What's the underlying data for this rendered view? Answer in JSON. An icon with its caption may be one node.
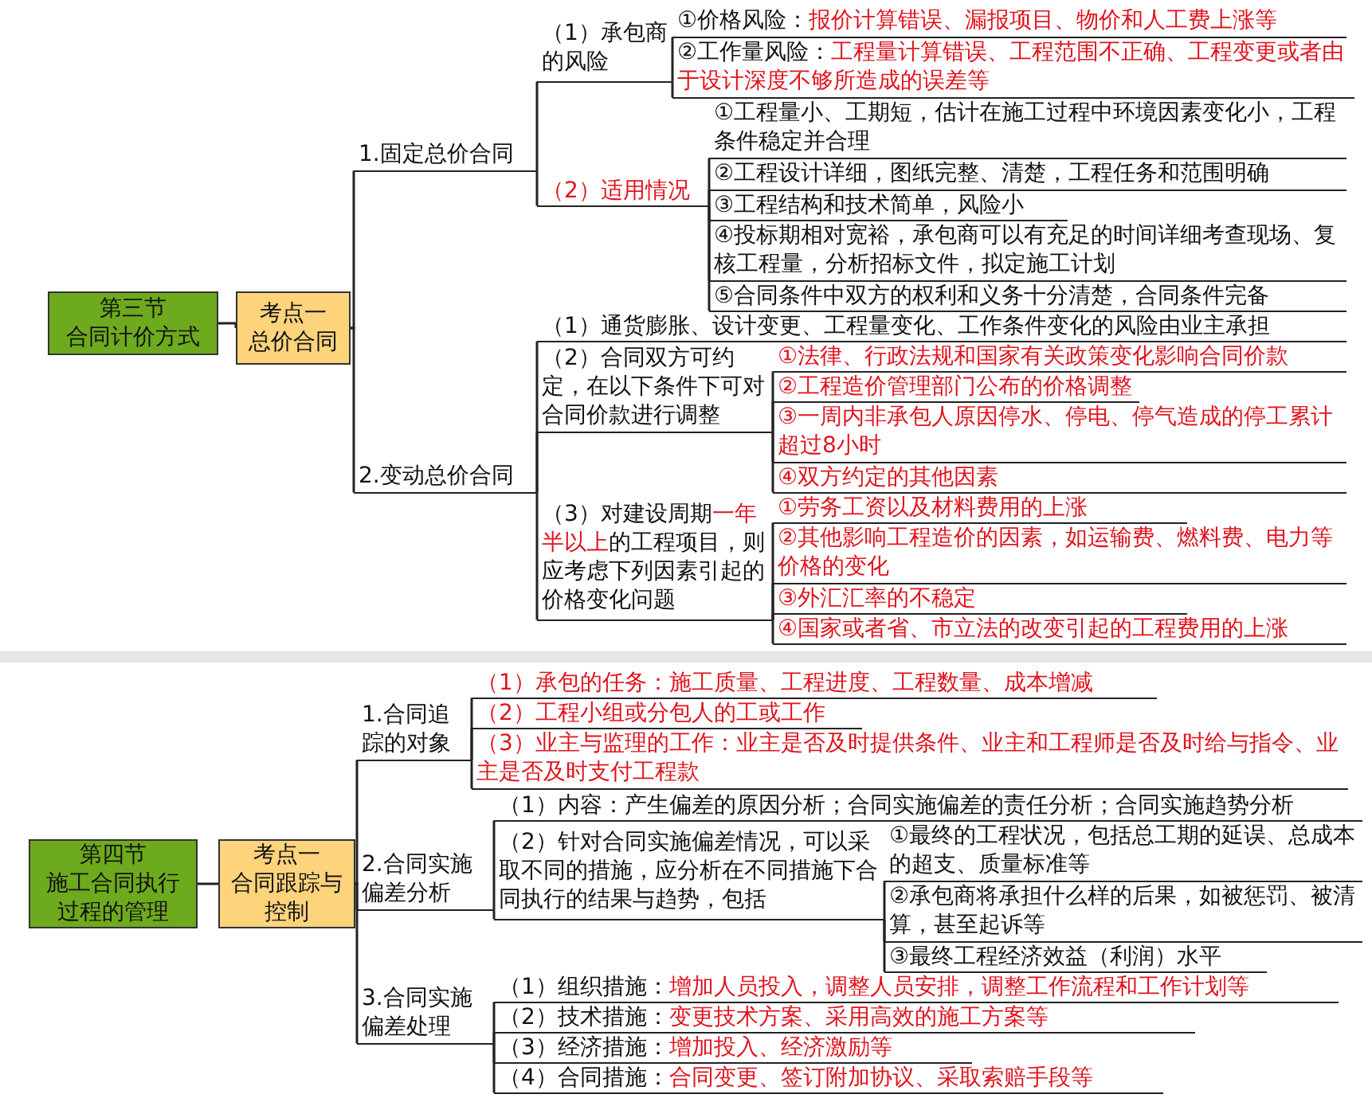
{
  "diagram": {
    "nodes": [
      {
        "text": [
          "第三节",
          "合同计价方式"
        ]
      },
      {
        "text": [
          "考点一",
          "总价合同"
        ]
      },
      {
        "text": [
          "1.固定总价合同"
        ]
      },
      {
        "text": [
          "2.变动总价合同"
        ]
      },
      {
        "text": [
          "（1）承包商的风险"
        ]
      },
      {
        "text": [
          "①价格风险：",
          "报价计算错误、漏报项目、物价和人工费上涨等"
        ]
      },
      {
        "text": [
          "②工作量风险：",
          "工程量计算错误、工程范围不正确、工程变更或者由于设计深度不够所造成的误差等"
        ]
      },
      {
        "text": [
          "（2）适用情况"
        ]
      },
      {
        "text": [
          "①工程量小、工期短，估计在施工过程中环境因素变化小，工程条件稳定并合理"
        ]
      },
      {
        "text": [
          "②工程设计详细，图纸完整、清楚，工程任务和范围明确"
        ]
      },
      {
        "text": [
          "③工程结构和技术简单，风险小"
        ]
      },
      {
        "text": [
          "④投标期相对宽裕，承包商可以有充足的时间详细考查现场、复核工程量，分析招标文件，拟定施工计划"
        ]
      },
      {
        "text": [
          "⑤合同条件中双方的权利和义务十分清楚，合同条件完备"
        ]
      },
      {
        "text": [
          "（1）通货膨胀、设计变更、工程量变化、工作条件变化的风险由业主承担"
        ]
      },
      {
        "text": [
          "（2）合同双方可约定，在以下条件下可对合同价款进行调整"
        ]
      },
      {
        "text": [
          "（3）对建设周期",
          "一年半以上",
          "的工程项目，则应考虑下列因素引起的价格变化问题"
        ]
      },
      {
        "text": [
          "①法律、行政法规和国家有关政策变化影响合同价款"
        ]
      },
      {
        "text": [
          "②工程造价管理部门公布的价格调整"
        ]
      },
      {
        "text": [
          "③一周内非承包人原因停水、停电、停气造成的停工累计超过8小时"
        ]
      },
      {
        "text": [
          "④双方约定的其他因素"
        ]
      },
      {
        "text": [
          "①劳务工资以及材料费用的上涨"
        ]
      },
      {
        "text": [
          "②其他影响工程造价的因素，如运输费、燃料费、电力等价格的变化"
        ]
      },
      {
        "text": [
          "③外汇汇率的不稳定"
        ]
      },
      {
        "text": [
          "④国家或者省、市立法的改变引起的工程费用的上涨"
        ]
      },
      {
        "text": [
          "第四节",
          "施工合同执行过程的管理"
        ]
      },
      {
        "text": [
          "考点一",
          "合同跟踪与控制"
        ]
      },
      {
        "text": [
          "1.合同追踪的对象"
        ]
      },
      {
        "text": [
          "2.合同实施偏差分析"
        ]
      },
      {
        "text": [
          "3.合同实施偏差处理"
        ]
      },
      {
        "text": [
          "（1）承包的任务：施工质量、工程进度、工程数量、成本增减"
        ]
      },
      {
        "text": [
          "（2）工程小组或分包人的工或工作"
        ]
      },
      {
        "text": [
          "（3）业主与监理的工作：业主是否及时提供条件、业主和工程师是否及时给与指令、业主是否及时支付工程款"
        ]
      },
      {
        "text": [
          "（1）内容：产生偏差的原因分析；合同实施偏差的责任分析；合同实施趋势分析"
        ]
      },
      {
        "text": [
          "（2）针对合同实施偏差情况，可以采取不同的措施，应分析在不同措施下合同执行的结果与趋势，包括"
        ]
      },
      {
        "text": [
          "①最终的工程状况，包括总工期的延误、总成本的超支、质量标准等"
        ]
      },
      {
        "text": [
          "②承包商将承担什么样的后果，如被惩罚、被清算，甚至起诉等"
        ]
      },
      {
        "text": [
          "③最终工程经济效益（利润）水平"
        ]
      },
      {
        "text": [
          "（1）组织措施：",
          "增加人员投入，调整人员安排，调整工作流程和工作计划等"
        ]
      },
      {
        "text": [
          "（2）技术措施：",
          "变更技术方案、采用高效的施工方案等"
        ]
      },
      {
        "text": [
          "（3）经济措施：",
          "增加投入、经济激励等"
        ]
      },
      {
        "text": [
          "（4）合同措施：",
          "合同变更、签订附加协议、采取索赔手段等"
        ]
      }
    ],
    "edges": [
      {
        "from": 0,
        "to": 1,
        "arrow": "none"
      },
      {
        "from": 1,
        "to": 2,
        "arrow": "none"
      },
      {
        "from": 1,
        "to": 3,
        "arrow": "none"
      },
      {
        "from": 2,
        "to": 4,
        "arrow": "none"
      },
      {
        "from": 4,
        "to": 5,
        "arrow": "none"
      },
      {
        "from": 4,
        "to": 6,
        "arrow": "none"
      },
      {
        "from": 2,
        "to": 7,
        "arrow": "none"
      },
      {
        "from": 7,
        "to": 8,
        "arrow": "none"
      },
      {
        "from": 7,
        "to": 9,
        "arrow": "none"
      },
      {
        "from": 7,
        "to": 10,
        "arrow": "none"
      },
      {
        "from": 7,
        "to": 11,
        "arrow": "none"
      },
      {
        "from": 7,
        "to": 12,
        "arrow": "none"
      },
      {
        "from": 3,
        "to": 13,
        "arrow": "none"
      },
      {
        "from": 3,
        "to": 14,
        "arrow": "none"
      },
      {
        "from": 3,
        "to": 15,
        "arrow": "none"
      },
      {
        "from": 14,
        "to": 16,
        "arrow": "none"
      },
      {
        "from": 14,
        "to": 17,
        "arrow": "none"
      },
      {
        "from": 14,
        "to": 18,
        "arrow": "none"
      },
      {
        "from": 14,
        "to": 19,
        "arrow": "none"
      },
      {
        "from": 15,
        "to": 20,
        "arrow": "none"
      },
      {
        "from": 15,
        "to": 21,
        "arrow": "none"
      },
      {
        "from": 15,
        "to": 22,
        "arrow": "none"
      },
      {
        "from": 15,
        "to": 23,
        "arrow": "none"
      },
      {
        "from": 24,
        "to": 25,
        "arrow": "none"
      },
      {
        "from": 25,
        "to": 26,
        "arrow": "none"
      },
      {
        "from": 25,
        "to": 27,
        "arrow": "none"
      },
      {
        "from": 25,
        "to": 28,
        "arrow": "none"
      },
      {
        "from": 26,
        "to": 29,
        "arrow": "none"
      },
      {
        "from": 26,
        "to": 30,
        "arrow": "none"
      },
      {
        "from": 26,
        "to": 31,
        "arrow": "none"
      },
      {
        "from": 27,
        "to": 32,
        "arrow": "none"
      },
      {
        "from": 27,
        "to": 33,
        "arrow": "none"
      },
      {
        "from": 33,
        "to": 34,
        "arrow": "none"
      },
      {
        "from": 33,
        "to": 35,
        "arrow": "none"
      },
      {
        "from": 33,
        "to": 36,
        "arrow": "none"
      },
      {
        "from": 28,
        "to": 37,
        "arrow": "none"
      },
      {
        "from": 28,
        "to": 38,
        "arrow": "none"
      },
      {
        "from": 28,
        "to": 39,
        "arrow": "none"
      },
      {
        "from": 28,
        "to": 40,
        "arrow": "none"
      }
    ]
  }
}
